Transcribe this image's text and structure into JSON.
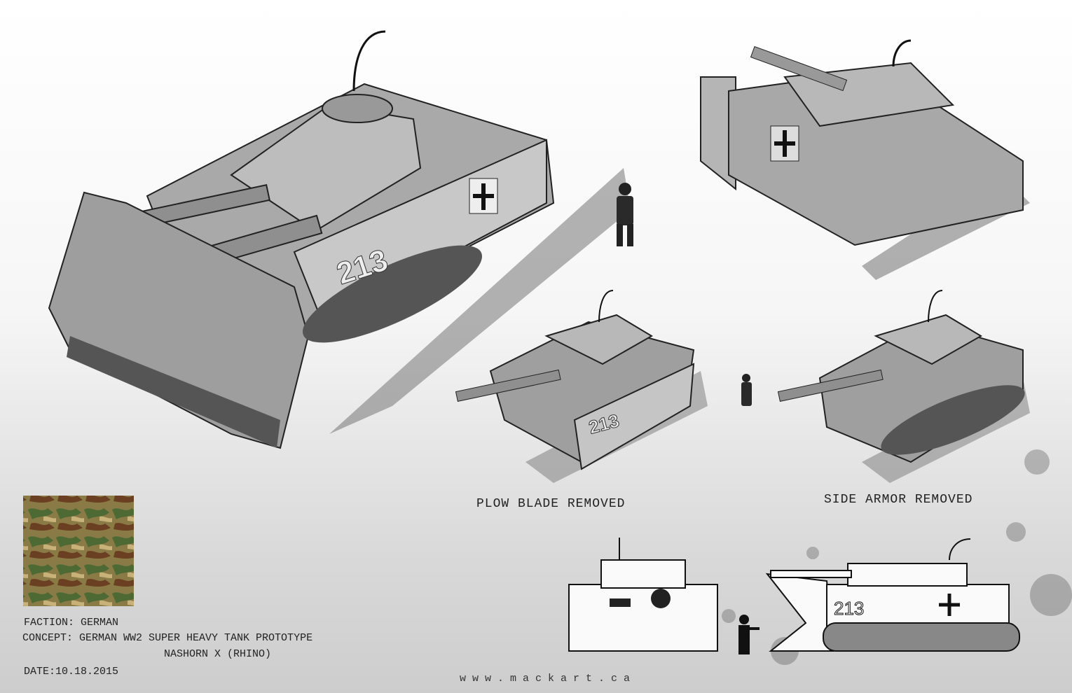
{
  "artwork": {
    "hull_number": "213",
    "views": [
      {
        "name": "main-tank-with-plow"
      },
      {
        "name": "rear-view-tank"
      },
      {
        "name": "plow-blade-removed-view",
        "caption": "PLOW BLADE REMOVED"
      },
      {
        "name": "side-armor-removed-view",
        "caption": "SIDE ARMOR REMOVED"
      },
      {
        "name": "front-orthographic"
      },
      {
        "name": "side-orthographic"
      }
    ]
  },
  "info": {
    "faction": "FACTION: GERMAN",
    "concept": "CONCEPT: GERMAN WW2 SUPER HEAVY TANK PROTOTYPE",
    "name": "NASHORN X (RHINO)",
    "date": "DATE:10.18.2015"
  },
  "camo_swatch": {
    "colors": [
      "#8a7a45",
      "#4d6a34",
      "#6b3f22",
      "#c8b27a"
    ]
  },
  "website": "www.mackart.ca"
}
